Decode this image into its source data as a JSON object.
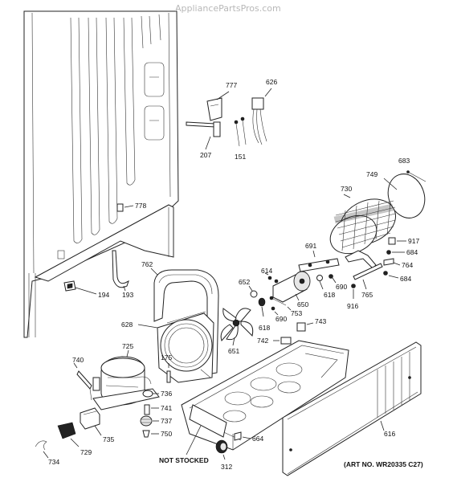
{
  "watermark": "AppliancePartsPros.com",
  "callouts": {
    "c777": "777",
    "c626": "626",
    "c207": "207",
    "c151": "151",
    "c683": "683",
    "c749": "749",
    "c730": "730",
    "c778": "778",
    "c917": "917",
    "c691": "691",
    "c684a": "684",
    "c764": "764",
    "c684b": "684",
    "c614": "614",
    "c652": "652",
    "c762": "762",
    "c193": "193",
    "c194": "194",
    "c690a": "690",
    "c618a": "618",
    "c650": "650",
    "c765": "765",
    "c916": "916",
    "c753": "753",
    "c618b": "618",
    "c690b": "690",
    "c743": "743",
    "c628": "628",
    "c742": "742",
    "c651": "651",
    "c725": "725",
    "c175": "175",
    "c740": "740",
    "c736": "736",
    "c741": "741",
    "c737": "737",
    "c750": "750",
    "c735": "735",
    "c729": "729",
    "c734": "734",
    "c664": "664",
    "c312": "312",
    "c616": "616"
  },
  "notes": {
    "not_stocked": "NOT STOCKED",
    "art_no": "(ART NO. WR20335 C27)"
  }
}
